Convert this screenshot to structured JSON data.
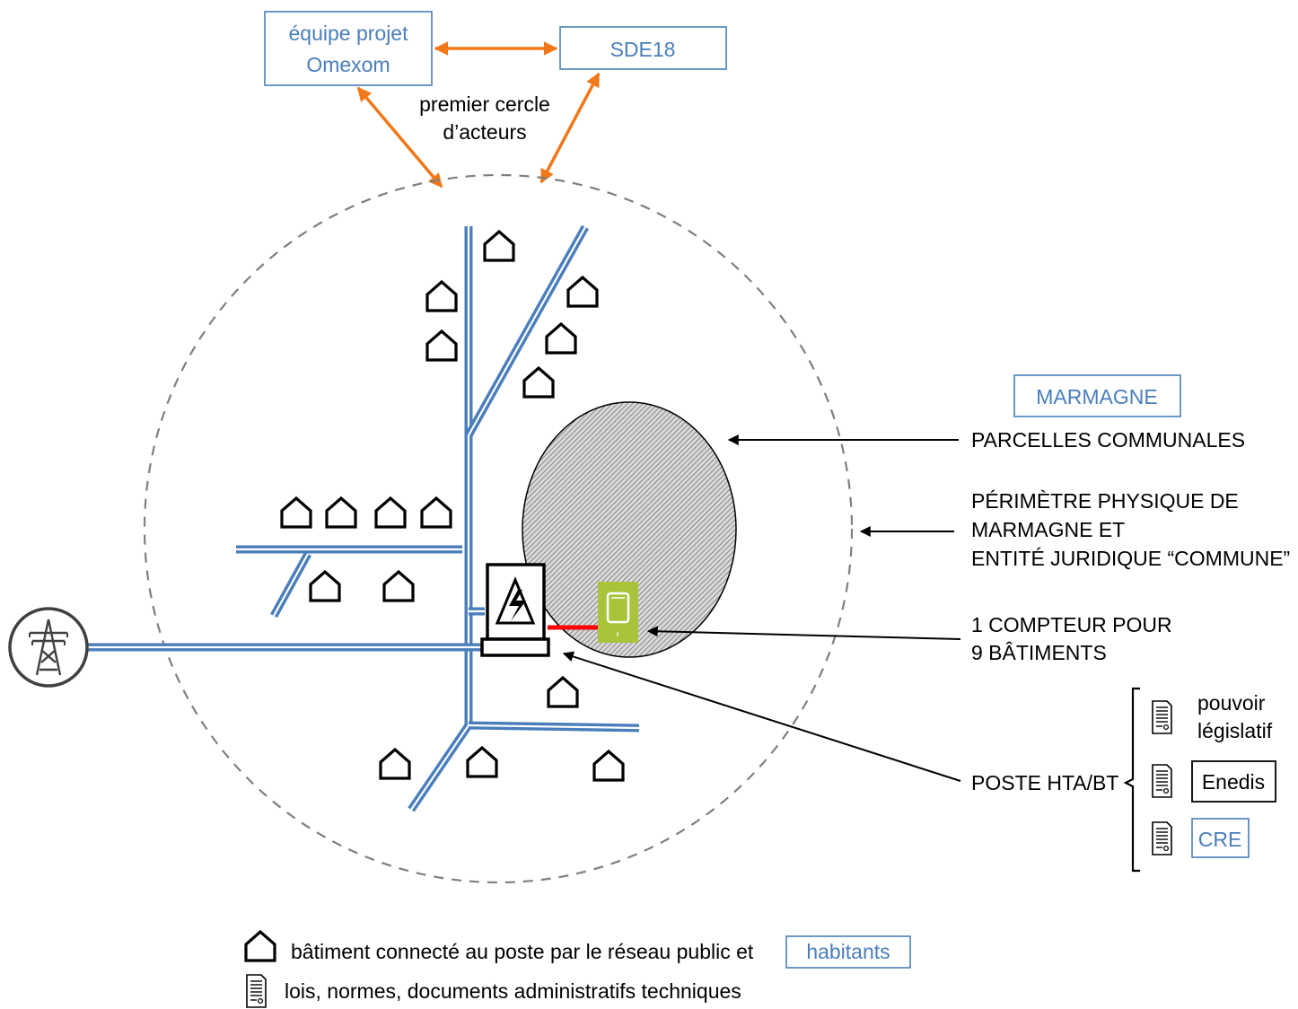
{
  "actors": {
    "omexom_line1": "équipe projet",
    "omexom_line2": "Omexom",
    "sde18": "SDE18",
    "circle_label_line1": "premier cercle",
    "circle_label_line2": "d’acteurs"
  },
  "place": {
    "marmagne": "MARMAGNE"
  },
  "annotations": {
    "parcelles": "PARCELLES COMMUNALES",
    "perimetre_line1": "PÉRIMÈTRE PHYSIQUE DE",
    "perimetre_line2": "MARMAGNE ET",
    "perimetre_line3": "ENTITÉ JURIDIQUE “COMMUNE”",
    "compteur_line1": "1 COMPTEUR POUR",
    "compteur_line2": "9 BÂTIMENTS",
    "poste": "POSTE HTA/BT"
  },
  "regulators": {
    "pouvoir_line1": "pouvoir",
    "pouvoir_line2": "législatif",
    "enedis": "Enedis",
    "cre": "CRE"
  },
  "legend": {
    "building_text": "bâtiment connecté au poste par le réseau public et",
    "habitants": "habitants",
    "document_text": "lois, normes, documents administratifs techniques"
  },
  "colors": {
    "accent_blue": "#4a7ebb",
    "arrow_orange": "#f07818",
    "meter_green": "#a8c43a",
    "link_red": "#ff0000"
  }
}
